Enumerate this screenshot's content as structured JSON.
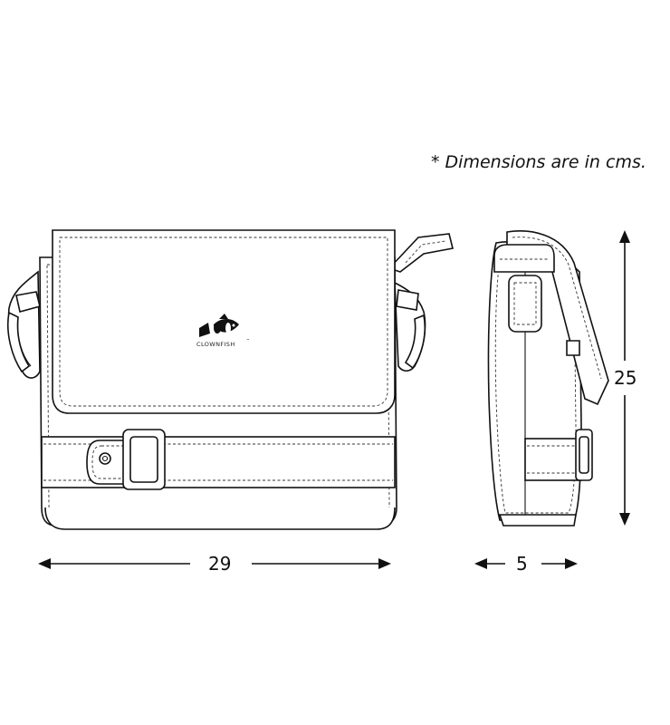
{
  "note": "* Dimensions are in cms.",
  "dimensions": {
    "width": "29",
    "depth": "5",
    "height": "25"
  },
  "brand": {
    "name": "CLOWNFISH",
    "trademark": "™"
  }
}
